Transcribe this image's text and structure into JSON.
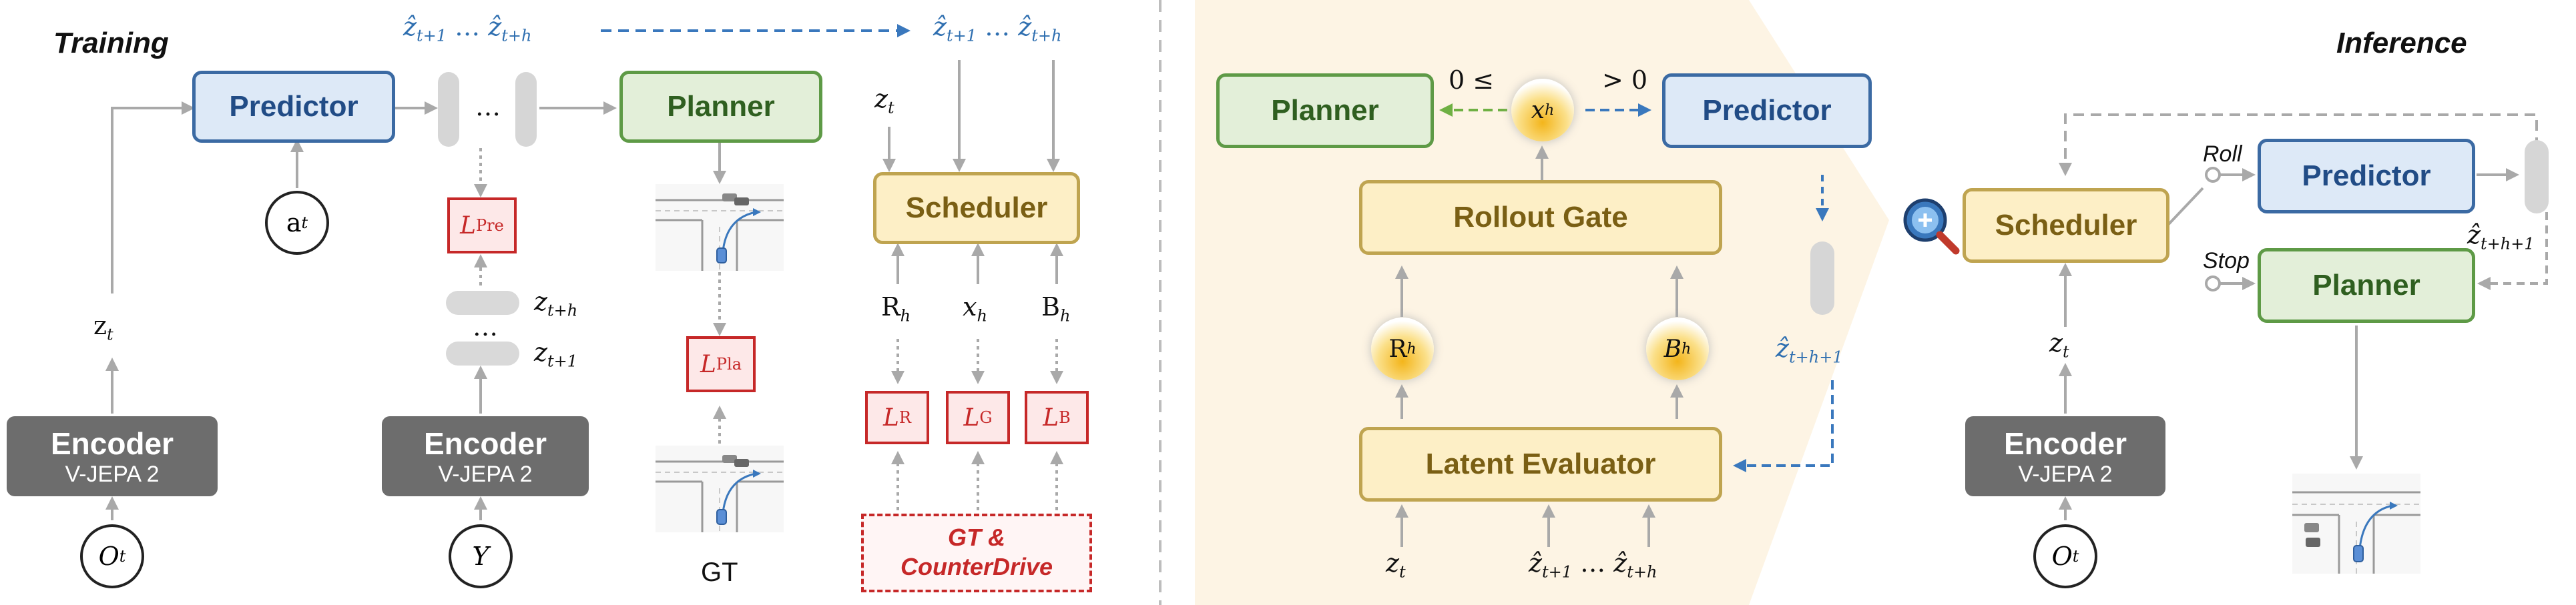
{
  "training": {
    "title": "Training",
    "predictor": "Predictor",
    "planner": "Planner",
    "scheduler": "Scheduler",
    "encoder_left": {
      "name": "Encoder",
      "model": "V-JEPA 2"
    },
    "encoder_mid": {
      "name": "Encoder",
      "model": "V-JEPA 2"
    },
    "obs": "O",
    "obs_sub": "t",
    "y_label": "Y",
    "action": "a",
    "action_sub": "t",
    "z_t": "z",
    "z_t_sub": "t",
    "ellipsis": "…",
    "z_hat_1_sub": "t+1",
    "z_hat_h_sub": "t+h",
    "z_th_sub": "t+h",
    "z_t1_sub": "t+1",
    "loss_pre": {
      "main": "L",
      "sub": "Pre"
    },
    "loss_pla": {
      "main": "L",
      "sub": "Pla"
    },
    "loss_r": {
      "main": "L",
      "sub": "R"
    },
    "loss_g": {
      "main": "L",
      "sub": "G"
    },
    "loss_b": {
      "main": "L",
      "sub": "B"
    },
    "r_h": "R",
    "x_h": "x",
    "b_h": "B",
    "h_sub": "h",
    "gt": "GT",
    "gt_counterdrive_1": "GT &",
    "gt_counterdrive_2": "CounterDrive"
  },
  "middle": {
    "planner": "Planner",
    "predictor": "Predictor",
    "rollout_gate": "Rollout Gate",
    "latent_evaluator": "Latent Evaluator",
    "cond_left": "0 ≤",
    "cond_right": "> 0",
    "x_h": "x",
    "r_h": "R",
    "b_h": "B",
    "h_sub": "h",
    "z_t": "z",
    "z_t_sub": "t",
    "ellipsis": "…",
    "z_hat_next_sub": "t+h+1",
    "z_hat_1_sub": "t+1",
    "z_hat_h_sub": "t+h"
  },
  "inference": {
    "title": "Inference",
    "scheduler": "Scheduler",
    "predictor": "Predictor",
    "planner": "Planner",
    "roll": "Roll",
    "stop": "Stop",
    "z_hat_next_sub": "t+h+1",
    "z_t": "z",
    "z_t_sub": "t",
    "encoder": {
      "name": "Encoder",
      "model": "V-JEPA 2"
    },
    "obs": "O",
    "obs_sub": "t"
  },
  "colors": {
    "predictor": "#dde9f7",
    "planner": "#e3efd9",
    "scheduler": "#fdefc6",
    "loss": "#c62828",
    "latent_blue": "#2f6fb0",
    "panel": "#fdf4e4"
  }
}
